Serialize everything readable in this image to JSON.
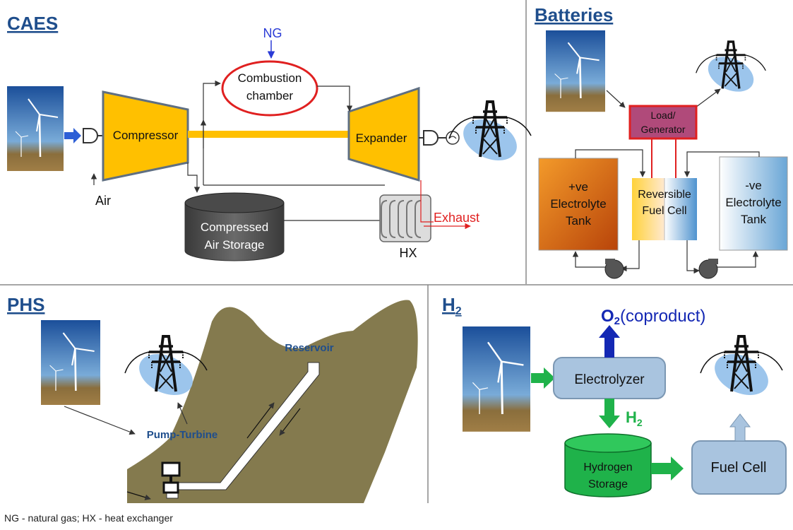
{
  "sections": {
    "caes": {
      "title": "CAES",
      "ng": "NG",
      "combustion_line1": "Combustion",
      "combustion_line2": "chamber",
      "compressor": "Compressor",
      "expander": "Expander",
      "air": "Air",
      "storage_line1": "Compressed",
      "storage_line2": "Air Storage",
      "exhaust": "Exhaust",
      "hx": "HX"
    },
    "batteries": {
      "title": "Batteries",
      "load_line1": "Load/",
      "load_line2": "Generator",
      "pos_line1": "+ve",
      "pos_line2": "Electrolyte",
      "pos_line3": "Tank",
      "fc_line1": "Reversible",
      "fc_line2": "Fuel Cell",
      "neg_line1": "-ve",
      "neg_line2": "Electrolyte",
      "neg_line3": "Tank"
    },
    "phs": {
      "title": "PHS",
      "reservoir": "Reservoir",
      "pump_turbine": "Pump-Turbine"
    },
    "h2": {
      "title_main": "H",
      "title_sub": "2",
      "o2_main": "O",
      "o2_sub": "2",
      "o2_suffix": "(coproduct)",
      "electrolyzer": "Electrolyzer",
      "h2_main": "H",
      "h2_sub": "2",
      "storage_line1": "Hydrogen",
      "storage_line2": "Storage",
      "fuel_cell": "Fuel Cell"
    }
  },
  "footnote": "NG - natural gas; HX - heat exchanger",
  "colors": {
    "title_blue": "#1f4e8c",
    "turbine_orange": "#ffc000",
    "combustion_red": "#e02020",
    "load_fill": "#b04a7a",
    "terrain": "#847a4e",
    "h2_box": "#a9c4df",
    "h2_storage_green": "#1fb24a",
    "arrow_green": "#1fb24a",
    "o2_blue": "#1428b4"
  },
  "icons": [
    "wind-turbine-icon",
    "power-pylon-icon",
    "plug-icon",
    "pump-icon"
  ]
}
